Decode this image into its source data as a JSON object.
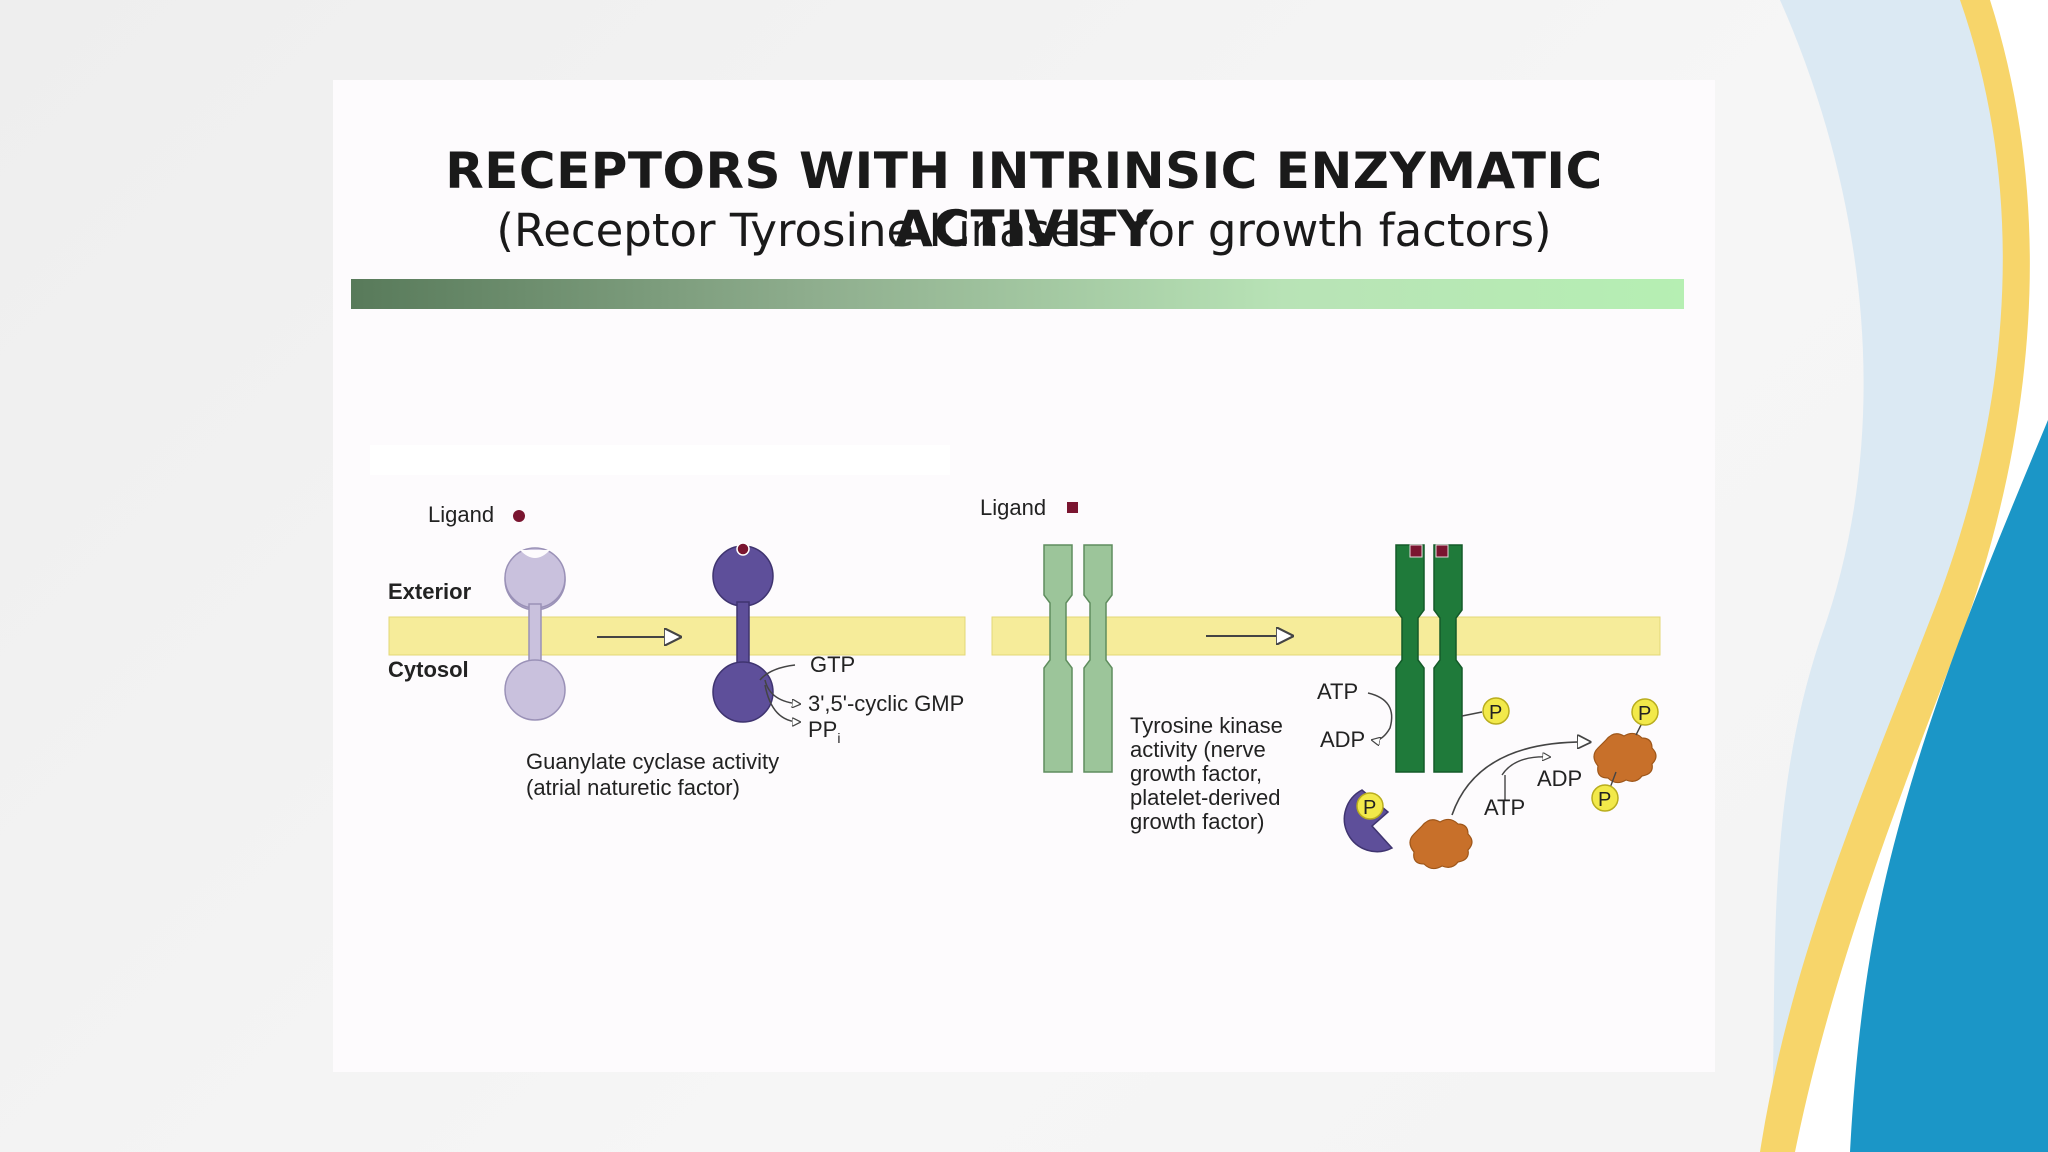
{
  "title": "RECEPTORS WITH INTRINSIC ENZYMATIC ACTIVITY",
  "subtitle": "(Receptor Tyrosine Kinases- for growth factors)",
  "colors": {
    "membrane": "#f6ec9a",
    "guanylate_receptor_inactive": "#c9c1dd",
    "guanylate_receptor_active": "#5e4f9a",
    "tk_receptor_inactive": "#9cc59a",
    "tk_receptor_active": "#1f7a3a",
    "ligand": "#7a1530",
    "phosphate": "#f2e94a",
    "substrate_protein": "#c8702a",
    "wave_yellow": "#f7d56a",
    "wave_blue": "#1b96c7"
  },
  "diagram": {
    "left_panel": {
      "ligand_label": "Ligand",
      "exterior_label": "Exterior",
      "cytosol_label": "Cytosol",
      "gtp_label": "GTP",
      "cgmp_label": "3',5'-cyclic GMP",
      "ppi_label": "PP",
      "ppi_subscript": "i",
      "caption_line1": "Guanylate cyclase activity",
      "caption_line2": "(atrial naturetic factor)"
    },
    "right_panel": {
      "ligand_label": "Ligand",
      "atp_label_1": "ATP",
      "adp_label_1": "ADP",
      "atp_label_2": "ATP",
      "adp_label_2": "ADP",
      "phosphate_label": "P",
      "caption_line1": "Tyrosine kinase",
      "caption_line2": "activity (nerve",
      "caption_line3": "growth factor,",
      "caption_line4": "platelet-derived",
      "caption_line5": "growth factor)"
    }
  }
}
